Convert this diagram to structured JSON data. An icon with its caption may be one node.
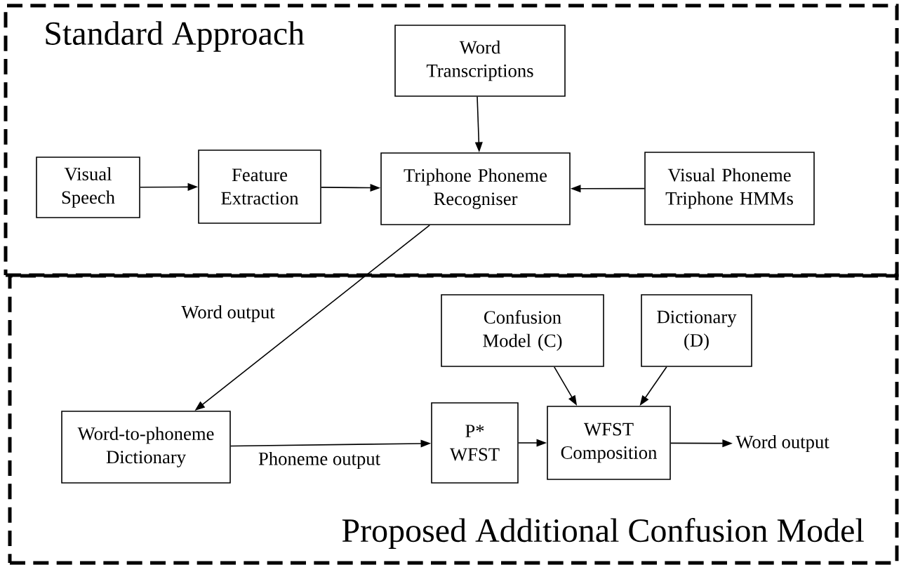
{
  "diagram": {
    "nodes": [
      {
        "text": [
          "Standard Approach"
        ]
      },
      {
        "text": [
          "Word Transcriptions"
        ],
        "in": 0
      },
      {
        "text": [
          "Visual Speech"
        ],
        "in": 0
      },
      {
        "text": [
          "Feature Extraction"
        ],
        "in": 0
      },
      {
        "text": [
          "Triphone Phoneme Recogniser"
        ],
        "in": 0
      },
      {
        "text": [
          "Visual Phoneme Triphone HMMs"
        ],
        "in": 0
      },
      {
        "text": [
          "Proposed Additional Confusion Model"
        ]
      },
      {
        "text": [
          "Confusion Model (C)"
        ],
        "in": 6
      },
      {
        "text": [
          "Dictionary (D)"
        ],
        "in": 6
      },
      {
        "text": [
          "Word-to-phoneme Dictionary"
        ],
        "in": 6
      },
      {
        "text": [
          "P* WFST"
        ],
        "in": 6
      },
      {
        "text": [
          "WFST Composition"
        ],
        "in": 6
      },
      {
        "text": [
          "Word output"
        ],
        "in": 6
      }
    ],
    "edges": [
      {
        "from": 1,
        "to": 4,
        "arrow": "to"
      },
      {
        "from": 2,
        "to": 3,
        "arrow": "to"
      },
      {
        "from": 3,
        "to": 4,
        "arrow": "to"
      },
      {
        "from": 5,
        "to": 4,
        "arrow": "to"
      },
      {
        "from": 4,
        "to": 9,
        "arrow": "to",
        "label": "Word output"
      },
      {
        "from": 9,
        "to": 10,
        "arrow": "to",
        "label": "Phoneme output"
      },
      {
        "from": 10,
        "to": 11,
        "arrow": "to"
      },
      {
        "from": 7,
        "to": 11,
        "arrow": "to"
      },
      {
        "from": 8,
        "to": 11,
        "arrow": "to"
      },
      {
        "from": 11,
        "to": 12,
        "arrow": "to"
      }
    ]
  }
}
